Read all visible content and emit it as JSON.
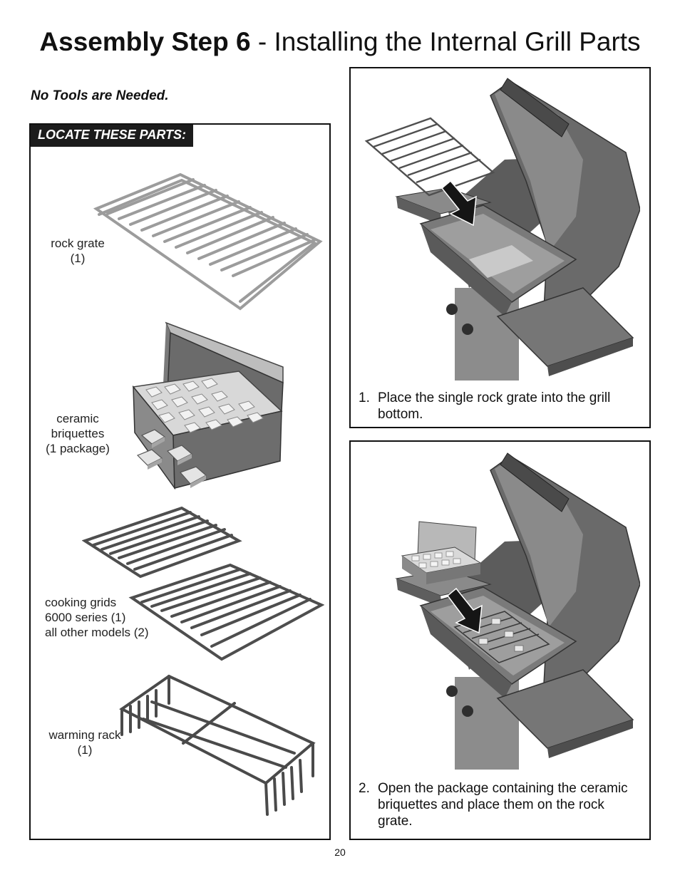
{
  "page": {
    "title_bold": "Assembly Step 6",
    "title_rest": " - Installing the Internal Grill Parts",
    "note": "No Tools are Needed.",
    "page_number": "20"
  },
  "parts_panel": {
    "heading": "LOCATE THESE PARTS:",
    "parts": [
      {
        "lines": [
          "rock grate",
          "(1)"
        ],
        "icon": "rock-grate-illustration"
      },
      {
        "lines": [
          "ceramic",
          "briquettes",
          "(1 package)"
        ],
        "icon": "briquette-package-illustration"
      },
      {
        "lines": [
          "cooking grids",
          "6000 series (1)",
          "all other models (2)"
        ],
        "icon": "cooking-grids-illustration"
      },
      {
        "lines": [
          "warming rack",
          "(1)"
        ],
        "icon": "warming-rack-illustration"
      }
    ]
  },
  "steps": [
    {
      "number": "1.",
      "text": "Place the single rock grate into the grill bottom.",
      "icon": "grill-rock-grate-illustration"
    },
    {
      "number": "2.",
      "text": "Open the package containing the ceramic briquettes and place them on the rock grate.",
      "icon": "grill-briquettes-illustration"
    }
  ],
  "colors": {
    "part_light": "#c8c8c8",
    "part_dark": "#555555",
    "grill_body": "#6e6e6e",
    "grill_light": "#9a9a9a"
  }
}
